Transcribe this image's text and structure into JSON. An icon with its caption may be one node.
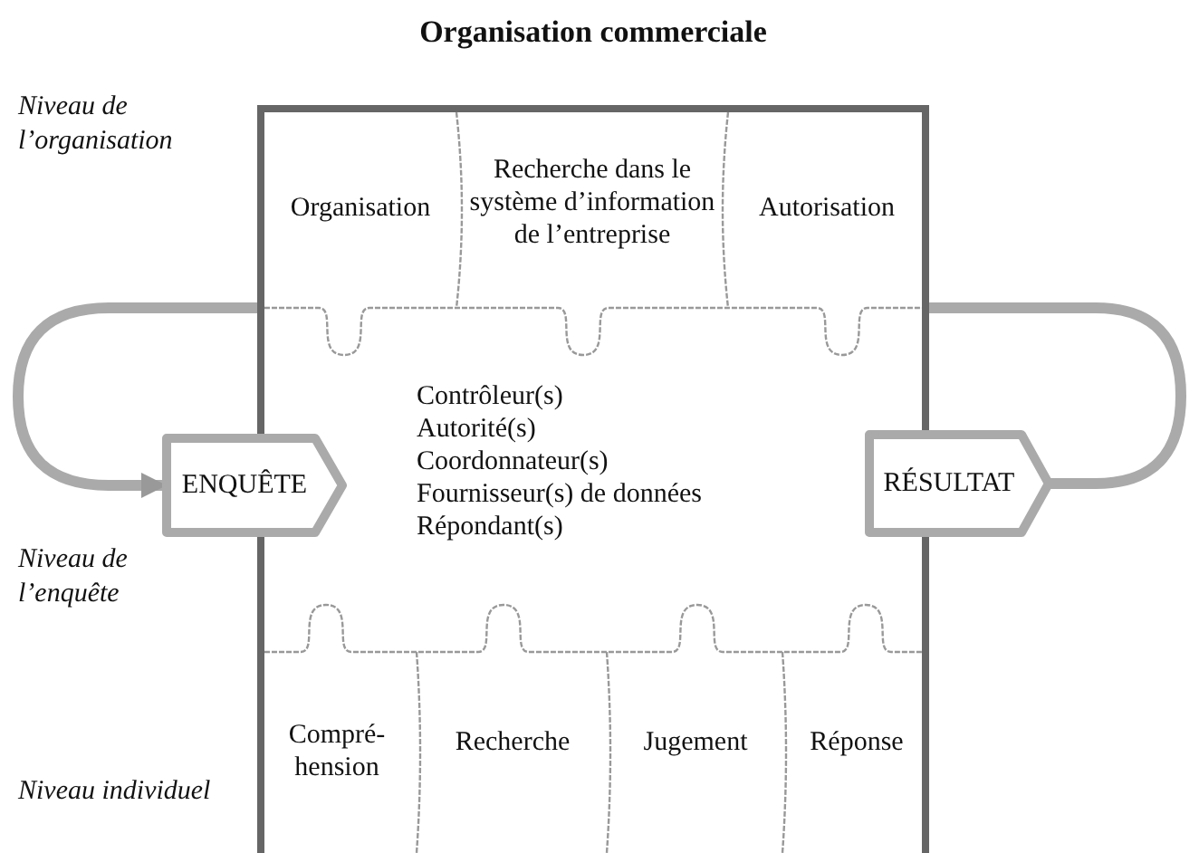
{
  "diagram": {
    "nodes": [
      {
        "text": [
          "Organisation commerciale"
        ]
      },
      {
        "text": [
          "Organisation"
        ],
        "in": 0
      },
      {
        "text": [
          "Recherche dans le système d’information de l’entreprise"
        ],
        "in": 0
      },
      {
        "text": [
          "Autorisation"
        ],
        "in": 0
      },
      {
        "text": [
          "Contrôleur(s)",
          "Autorité(s)",
          "Coordonnateur(s)",
          "Fournisseur(s) de données",
          "Répondant(s)"
        ],
        "in": 0
      },
      {
        "text": [
          "ENQUÊTE"
        ]
      },
      {
        "text": [
          "RÉSULTAT"
        ]
      },
      {
        "text": [
          "Compré- hension"
        ],
        "in": 0
      },
      {
        "text": [
          "Recherche"
        ],
        "in": 0
      },
      {
        "text": [
          "Jugement"
        ],
        "in": 0
      },
      {
        "text": [
          "Réponse"
        ],
        "in": 0
      }
    ],
    "edges": [
      {
        "from": 0,
        "to": 5,
        "arrow": "to"
      },
      {
        "from": 6,
        "to": 0,
        "arrow": "none"
      }
    ],
    "labels": [
      "Niveau de l’organisation",
      "Niveau de l’enquête",
      "Niveau individuel"
    ]
  }
}
